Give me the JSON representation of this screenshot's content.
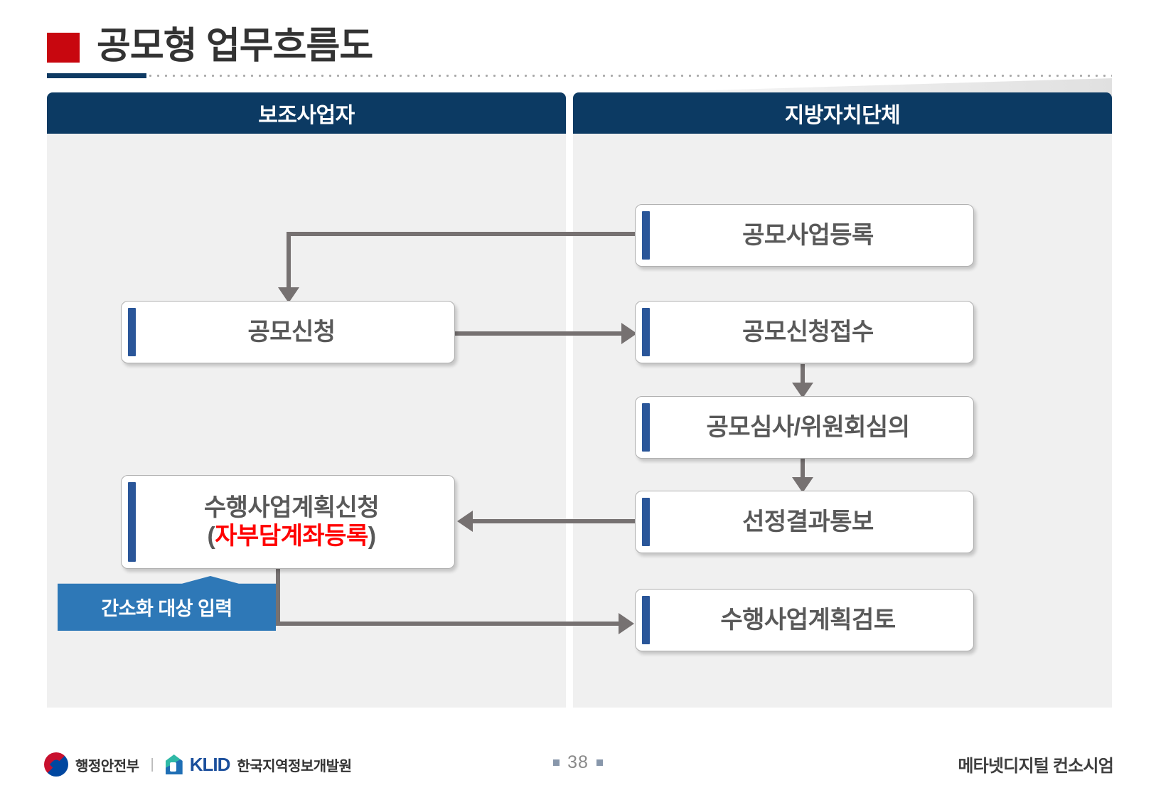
{
  "slide": {
    "title": "공모형 업무흐름도",
    "accent_red": "#c8070f",
    "accent_navy": "#0c3a63"
  },
  "columns": [
    {
      "id": "left",
      "header": "보조사업자"
    },
    {
      "id": "right",
      "header": "지방자치단체"
    }
  ],
  "boxes": {
    "gongmo_saup_deungrok": "공모사업등록",
    "gongmo_sincheong": "공모신청",
    "gongmo_sincheong_jeopsu": "공모신청접수",
    "gongmo_simsa": "공모심사/위원회심의",
    "seonjeong_gyeolgwa": "선정결과통보",
    "suhaeng_gyehoek_sincheong_line1": "수행사업계획신청",
    "suhaeng_gyehoek_sincheong_line2_open": "(",
    "suhaeng_gyehoek_sincheong_line2_red": "자부담계좌등록",
    "suhaeng_gyehoek_sincheong_line2_close": ")",
    "suhaeng_gyehoek_geomto": "수행사업계획검토"
  },
  "callout": {
    "text": "간소화 대상 입력",
    "color": "#2e78b7"
  },
  "footer": {
    "ministry": "행정안전부",
    "divider": "|",
    "klid_word": "KLID",
    "klid_name": "한국지역정보개발원",
    "page_number": "38",
    "consortium": "메타넷디지털 컨소시엄"
  }
}
